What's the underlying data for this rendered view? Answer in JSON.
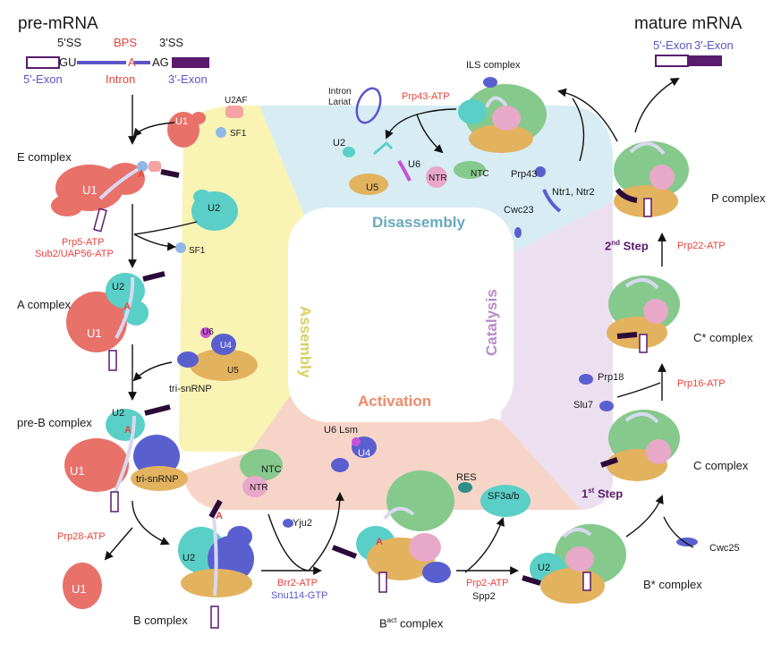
{
  "title_left": "pre-mRNA",
  "title_right": "mature mRNA",
  "premrna": {
    "ss5": "5'SS",
    "gu": "GU",
    "bps": "BPS",
    "a": "A",
    "ss3": "3'SS",
    "ag": "AG",
    "exon5": "5'-Exon",
    "intron": "Intron",
    "exon3": "3'-Exon"
  },
  "mature": {
    "exon5": "5'-Exon",
    "exon3": "3'-Exon"
  },
  "phases": {
    "assembly": "Assembly",
    "activation": "Activation",
    "catalysis": "Catalysis",
    "disassembly": "Disassembly"
  },
  "complexes": {
    "e": "E complex",
    "a": "A complex",
    "preb": "pre-B complex",
    "b": "B complex",
    "bact_b": "B",
    "bact_sup": "act",
    "bact_rest": " complex",
    "bstar": "B* complex",
    "c": "C complex",
    "cstar": "C* complex",
    "p": "P complex",
    "ils": "ILS complex"
  },
  "factors": {
    "u1": "U1",
    "u2": "U2",
    "u2af": "U2AF",
    "sf1": "SF1",
    "u4": "U4",
    "u5": "U5",
    "u6": "U6",
    "prp5": "Prp5-ATP",
    "sub2": "Sub2/UAP56-ATP",
    "trisnrnp": "tri-snRNP",
    "prp28": "Prp28-ATP",
    "brr2": "Brr2-ATP",
    "snu114": "Snu114-GTP",
    "ntc": "NTC",
    "ntr": "NTR",
    "yju2": "Yju2",
    "u6lsm": "U6 Lsm",
    "prp2": "Prp2-ATP",
    "spp2": "Spp2",
    "res": "RES",
    "sf3ab": "SF3a/b",
    "cwc25": "Cwc25",
    "step1_num": "1",
    "step1_sup": "st",
    "step1_rest": " Step",
    "prp16": "Prp16-ATP",
    "prp18": "Prp18",
    "slu7": "Slu7",
    "step2_num": "2",
    "step2_sup": "nd",
    "step2_rest": " Step",
    "prp22": "Prp22-ATP",
    "prp43atp": "Prp43-ATP",
    "prp43": "Prp43",
    "ntr12": "Ntr1, Ntr2",
    "cwc23": "Cwc23",
    "intron": "Intron",
    "lariat": "Lariat",
    "a": "A"
  },
  "colors": {
    "assembly": "#f9f3b4",
    "activation": "#f7d4c8",
    "catalysis": "#ece0f0",
    "disassembly": "#d7ecf3",
    "u1": "#e8716a",
    "u2": "#59cfc7",
    "u4u6": "#5a5fd0",
    "u5": "#e3b25e",
    "ntc": "#86c98c",
    "ntr": "#e8a8c8",
    "exon": "#5a1a6e",
    "intron": "#5b55c9",
    "bps": "#e8433c"
  }
}
